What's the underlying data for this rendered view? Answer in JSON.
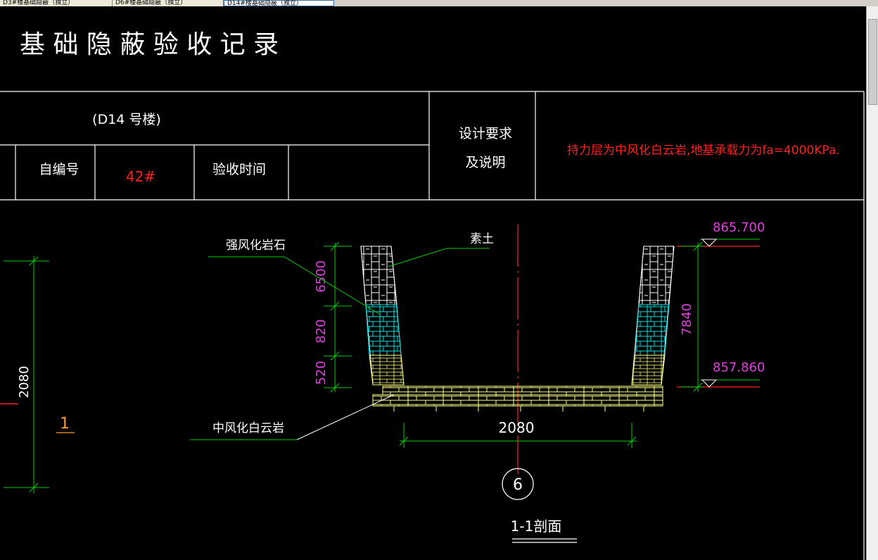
{
  "tabs": [
    {
      "label": "D3#楼基础隐蔽（独立）"
    },
    {
      "label": "D6#楼基础隐蔽（独立）"
    },
    {
      "label": "D14#楼基础隐蔽（独立）"
    }
  ],
  "record": {
    "title": "基 础 隐 蔽 验 收 记 录",
    "building": "(D14 号楼)",
    "self_number_label": "自编号",
    "self_number_value": "42#",
    "inspection_time_label": "验收时间",
    "design_label_line1": "设计要求",
    "design_label_line2": "及说明",
    "design_text": "持力层为中风化白云岩,地基承载力为fa=4000KPa."
  },
  "section": {
    "label_plain_fill": "素土",
    "label_strong_weathered": "强风化岩石",
    "label_medium_weathered": "中风化白云岩",
    "dim_6500": "6500",
    "dim_820": "820",
    "dim_520": "520",
    "dim_7840": "7840",
    "elev_top": "865.700",
    "elev_bottom": "857.860",
    "width_dim": "2080",
    "left_dim": "2080",
    "left_mark": "1",
    "circle_number": "6",
    "section_title": "1-1剖面"
  },
  "colors": {
    "line_white": "#ffffff",
    "red": "#ff2020",
    "magenta": "#e040e0",
    "green": "#00d000",
    "yellow": "#ffff80",
    "cyan": "#00e0e0",
    "orange": "#ff9a30"
  }
}
